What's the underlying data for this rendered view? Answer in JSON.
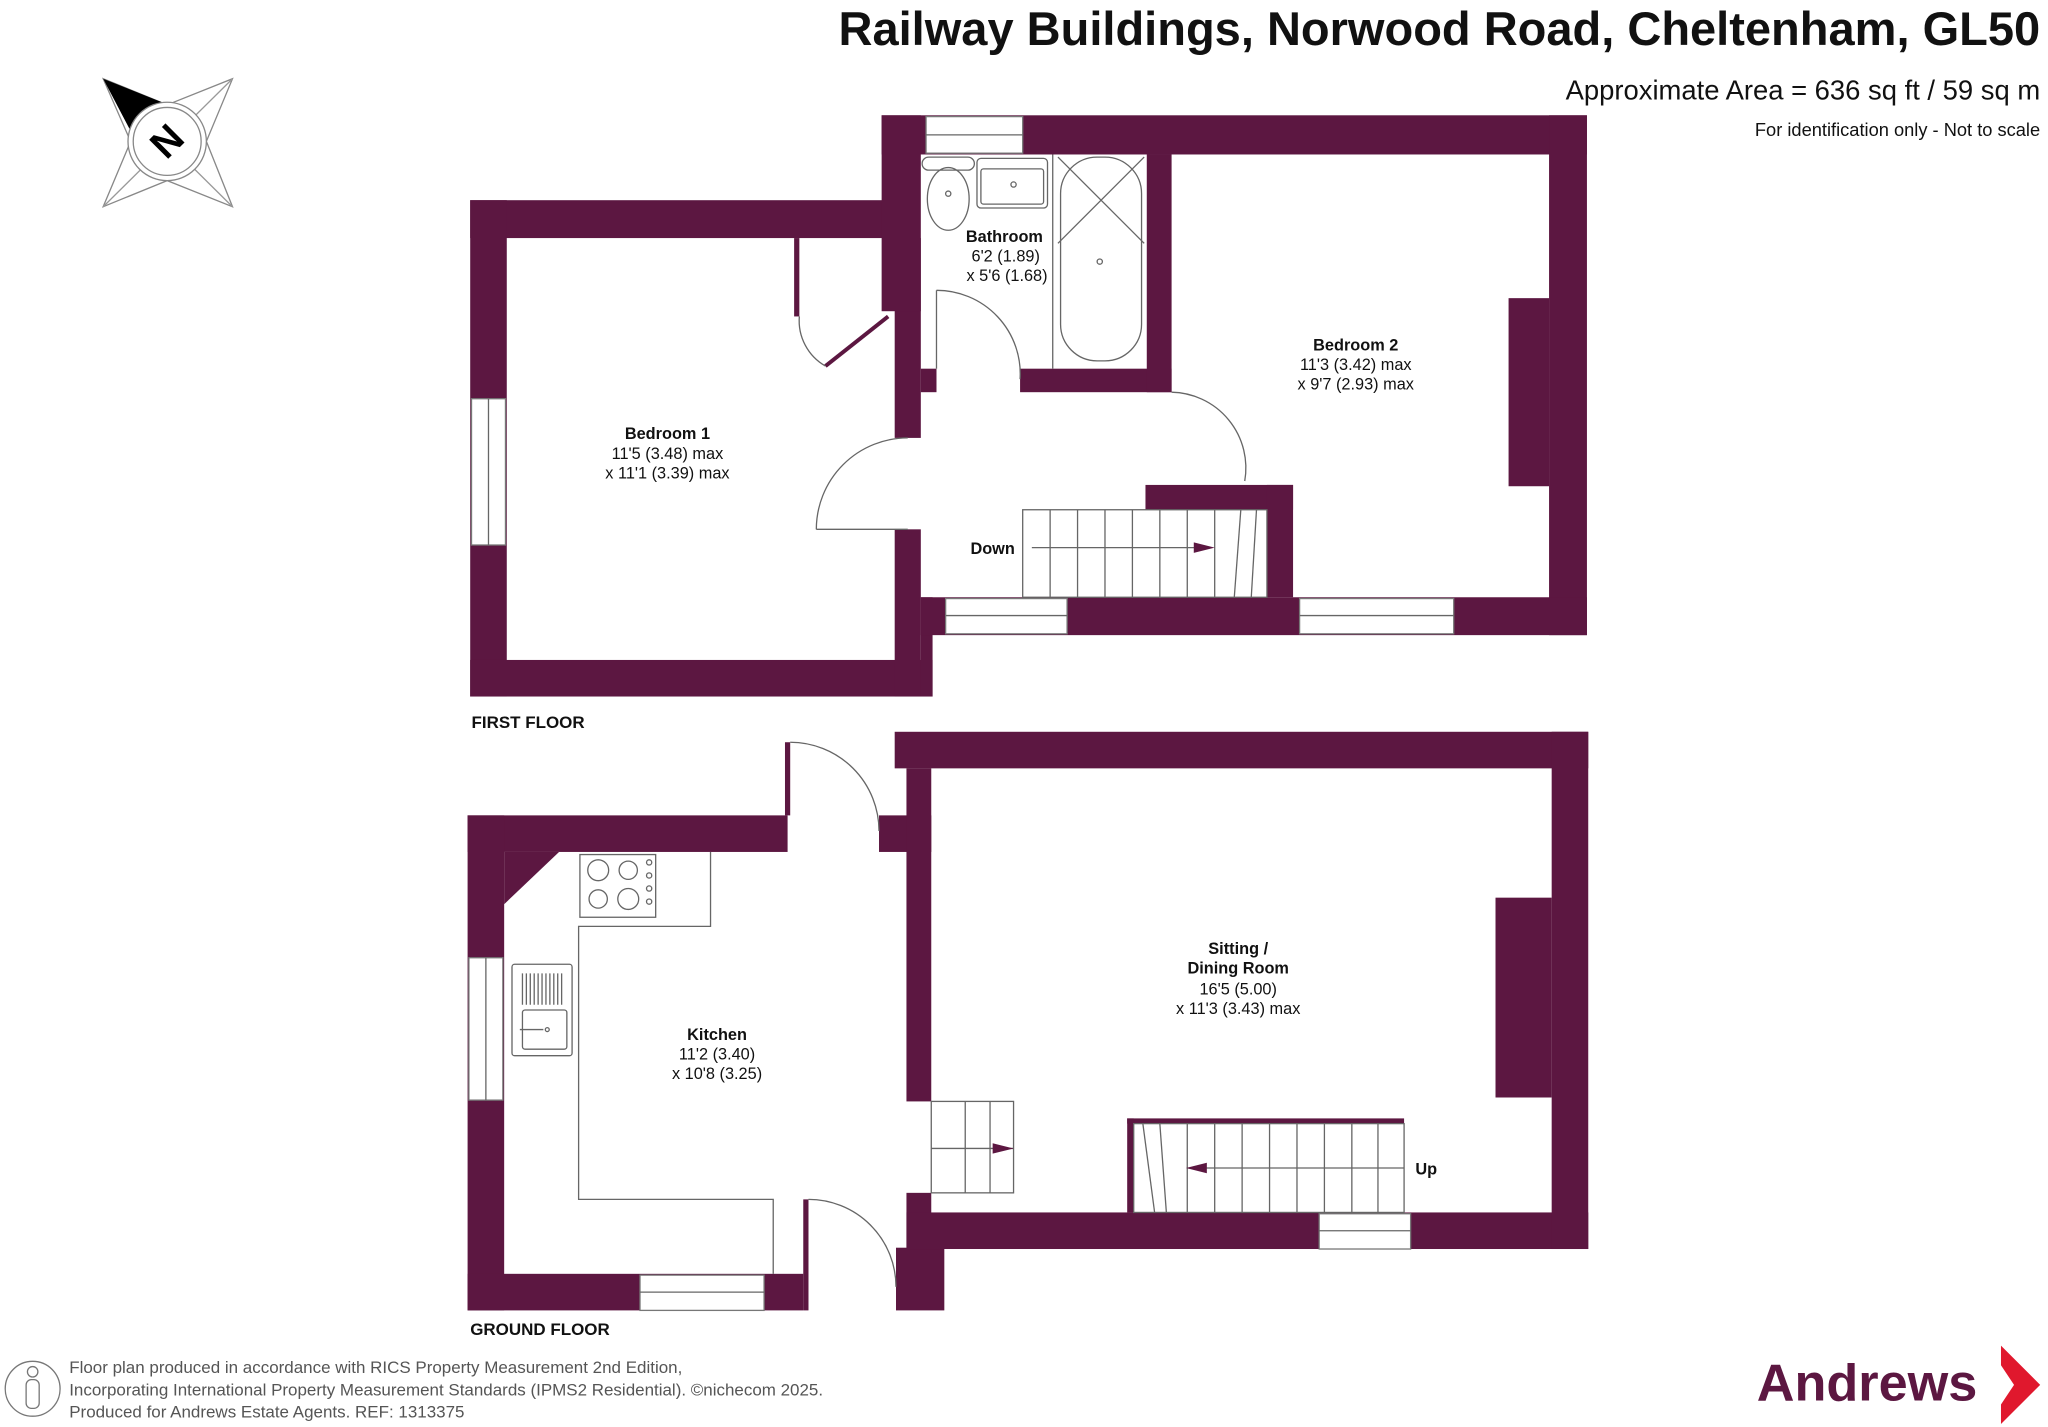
{
  "header": {
    "title": "Railway Buildings, Norwood Road, Cheltenham, GL50",
    "area": "Approximate Area = 636 sq ft / 59 sq m",
    "note": "For identification only - Not to scale"
  },
  "compass": {
    "letter": "N"
  },
  "colors": {
    "wall": "#5c1741",
    "logo_accent": "#e0182d"
  },
  "first_floor": {
    "label": "FIRST FLOOR",
    "rooms": [
      {
        "name": "Bathroom",
        "dim1": "6'2 (1.89)",
        "dim2": "x 5'6 (1.68)"
      },
      {
        "name": "Bedroom 2",
        "dim1": "11'3 (3.42) max",
        "dim2": "x 9'7 (2.93) max"
      },
      {
        "name": "Bedroom 1",
        "dim1": "11'5 (3.48) max",
        "dim2": "x 11'1 (3.39) max"
      }
    ],
    "stairs_label": "Down"
  },
  "ground_floor": {
    "label": "GROUND FLOOR",
    "rooms": [
      {
        "name_line1": "Sitting /",
        "name_line2": "Dining Room",
        "dim1": "16'5 (5.00)",
        "dim2": "x 11'3 (3.43) max"
      },
      {
        "name": "Kitchen",
        "dim1": "11'2 (3.40)",
        "dim2": "x 10'8 (3.25)"
      }
    ],
    "stairs_label": "Up"
  },
  "footer": {
    "line1": "Floor plan produced in accordance with RICS Property Measurement 2nd Edition,",
    "line2": "Incorporating International Property Measurement Standards (IPMS2 Residential).   ©nichecom 2025.",
    "line3": "Produced for Andrews Estate Agents.   REF: 1313375",
    "logo": "Andrews"
  }
}
